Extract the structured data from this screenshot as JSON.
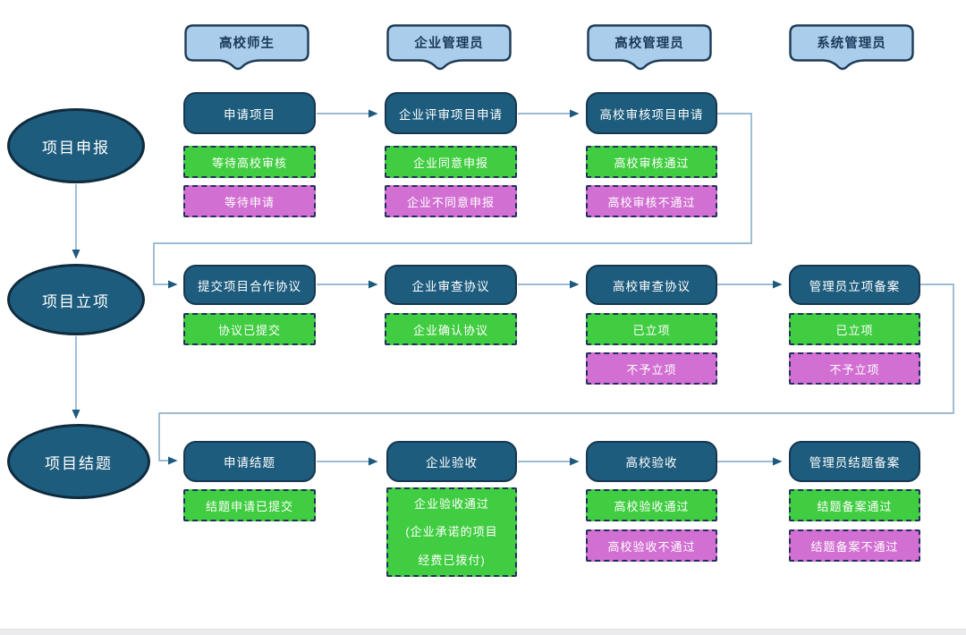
{
  "headers": [
    {
      "label": "高校师生"
    },
    {
      "label": "企业管理员"
    },
    {
      "label": "高校管理员"
    },
    {
      "label": "系统管理员"
    }
  ],
  "phases": [
    {
      "label": "项目申报"
    },
    {
      "label": "项目立项"
    },
    {
      "label": "项目结题"
    }
  ],
  "rows": [
    {
      "steps": [
        {
          "title": "申请项目",
          "statuses": [
            {
              "text": "等待高校审核",
              "type": "green"
            },
            {
              "text": "等待申请",
              "type": "magenta"
            }
          ]
        },
        {
          "title": "企业评审项目申请",
          "statuses": [
            {
              "text": "企业同意申报",
              "type": "green"
            },
            {
              "text": "企业不同意申报",
              "type": "magenta"
            }
          ]
        },
        {
          "title": "高校审核项目申请",
          "statuses": [
            {
              "text": "高校审核通过",
              "type": "green"
            },
            {
              "text": "高校审核不通过",
              "type": "magenta"
            }
          ]
        }
      ]
    },
    {
      "steps": [
        {
          "title": "提交项目合作协议",
          "statuses": [
            {
              "text": "协议已提交",
              "type": "green"
            }
          ]
        },
        {
          "title": "企业审查协议",
          "statuses": [
            {
              "text": "企业确认协议",
              "type": "green"
            }
          ]
        },
        {
          "title": "高校审查协议",
          "statuses": [
            {
              "text": "已立项",
              "type": "green"
            },
            {
              "text": "不予立项",
              "type": "magenta"
            }
          ]
        },
        {
          "title": "管理员立项备案",
          "statuses": [
            {
              "text": "已立项",
              "type": "green"
            },
            {
              "text": "不予立项",
              "type": "magenta"
            }
          ]
        }
      ]
    },
    {
      "steps": [
        {
          "title": "申请结题",
          "statuses": [
            {
              "text": "结题申请已提交",
              "type": "green"
            }
          ]
        },
        {
          "title": "企业验收",
          "statuses": [
            {
              "type": "green",
              "lines": [
                "企业验收通过",
                "(企业承诺的项目",
                "经费已拨付)"
              ]
            }
          ]
        },
        {
          "title": "高校验收",
          "statuses": [
            {
              "text": "高校验收通过",
              "type": "green"
            },
            {
              "text": "高校验收不通过",
              "type": "magenta"
            }
          ]
        },
        {
          "title": "管理员结题备案",
          "statuses": [
            {
              "text": "结题备案通过",
              "type": "green"
            },
            {
              "text": "结题备案不通过",
              "type": "magenta"
            }
          ]
        }
      ]
    }
  ],
  "colors": {
    "process_fill": "#1e5c7d",
    "process_border": "#16374f",
    "ellipse_border": "#0f2b3d",
    "header_fill": "#a9cdea",
    "header_border": "#1d3b57",
    "header_text": "#1b3a5c",
    "status_green": "#41cd41",
    "status_magenta": "#d26fd2",
    "status_dash_border": "#22305b",
    "connector_line": "#8fb3cd",
    "arrowhead": "#1d5a7d"
  }
}
